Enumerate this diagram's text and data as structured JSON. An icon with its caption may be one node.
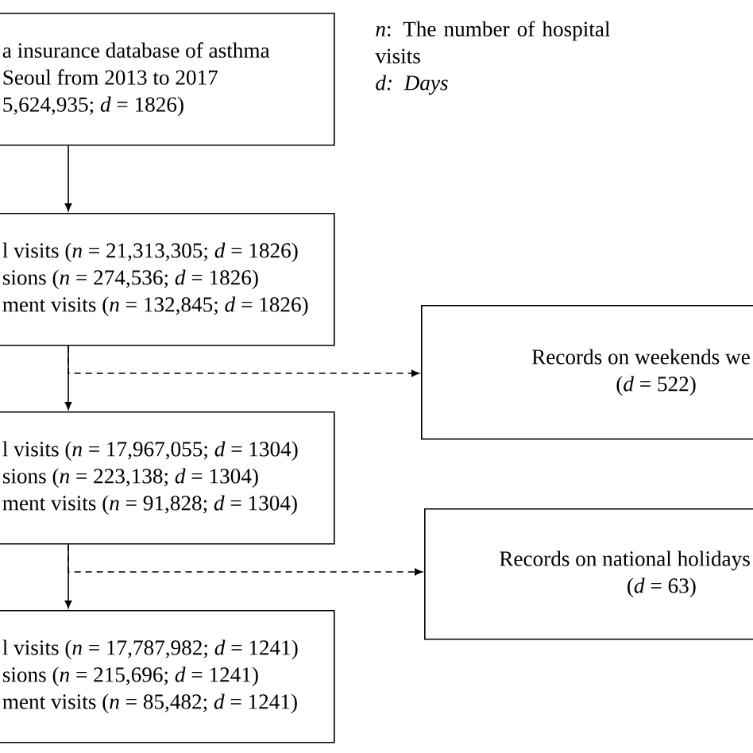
{
  "diagram": {
    "nodes": [
      {
        "text": [
          "a insurance database of asthma",
          "Seoul from 2013 to 2017",
          "5,624,935; *d* = 1826)"
        ]
      },
      {
        "text": [
          "l visits (*n* = 21,313,305; *d* = 1826)",
          "sions (*n* = 274,536; *d* = 1826)",
          "ment visits (*n* = 132,845; *d* = 1826)"
        ]
      },
      {
        "text": [
          "Records on weekends we",
          "(*d* = 522)"
        ]
      },
      {
        "text": [
          "l visits (*n* = 17,967,055; *d* = 1304)",
          "sions (*n* = 223,138; *d* = 1304)",
          "ment visits (*n* = 91,828; *d* = 1304)"
        ]
      },
      {
        "text": [
          "Records on national holidays",
          "(*d* = 63)"
        ]
      },
      {
        "text": [
          "l visits (*n* = 17,787,982; *d* = 1241)",
          "sions (*n* = 215,696; *d* = 1241)",
          "ment visits (*n* = 85,482; *d* = 1241)"
        ]
      }
    ],
    "edges": [
      {
        "from": 0,
        "to": 1,
        "arrow": "to"
      },
      {
        "from": 1,
        "to": 3,
        "arrow": "to"
      },
      {
        "from": 1,
        "to": 2,
        "arrow": "to",
        "style": "dashed"
      },
      {
        "from": 3,
        "to": 5,
        "arrow": "to"
      },
      {
        "from": 3,
        "to": 4,
        "arrow": "to",
        "style": "dashed"
      }
    ],
    "labels": [
      "*n*: The number of hospital visits",
      "d: Days"
    ]
  }
}
